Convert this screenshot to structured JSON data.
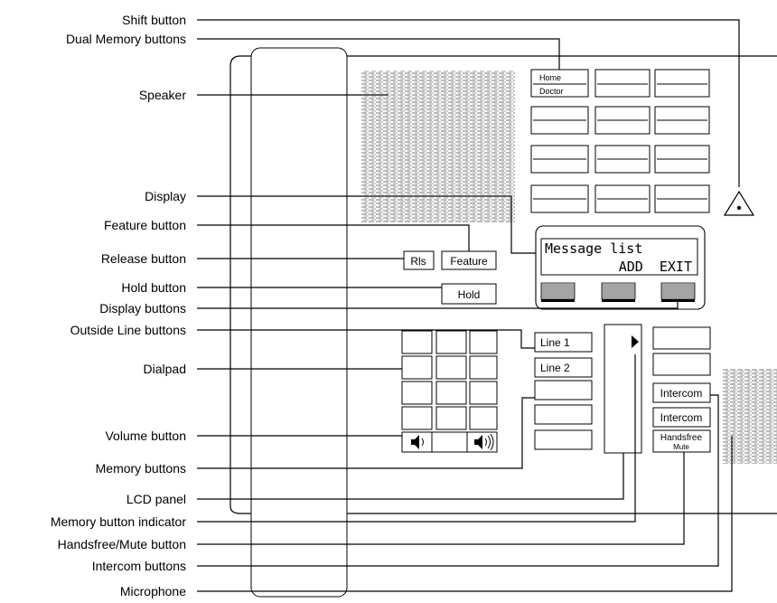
{
  "callouts": {
    "shift": "Shift button",
    "dual_memory": "Dual Memory buttons",
    "speaker": "Speaker",
    "display": "Display",
    "feature": "Feature button",
    "release": "Release button",
    "hold": "Hold button",
    "display_buttons": "Display buttons",
    "outside_line": "Outside Line buttons",
    "dialpad": "Dialpad",
    "volume": "Volume button",
    "memory": "Memory buttons",
    "lcd_panel": "LCD panel",
    "memory_indicator": "Memory button indicator",
    "handsfree_mute": "Handsfree/Mute button",
    "intercom": "Intercom buttons",
    "microphone": "Microphone"
  },
  "phone": {
    "memory_label_top": "Home",
    "memory_label_bottom": "Doctor",
    "display_line1": "Message list",
    "display_line2": "ADD  EXIT",
    "release_button": "Rls",
    "feature_button": "Feature",
    "hold_button": "Hold",
    "line1_button": "Line 1",
    "line2_button": "Line 2",
    "intercom_button_1": "Intercom",
    "intercom_button_2": "Intercom",
    "handsfree_label": "Handsfree",
    "mute_label": "Mute"
  }
}
